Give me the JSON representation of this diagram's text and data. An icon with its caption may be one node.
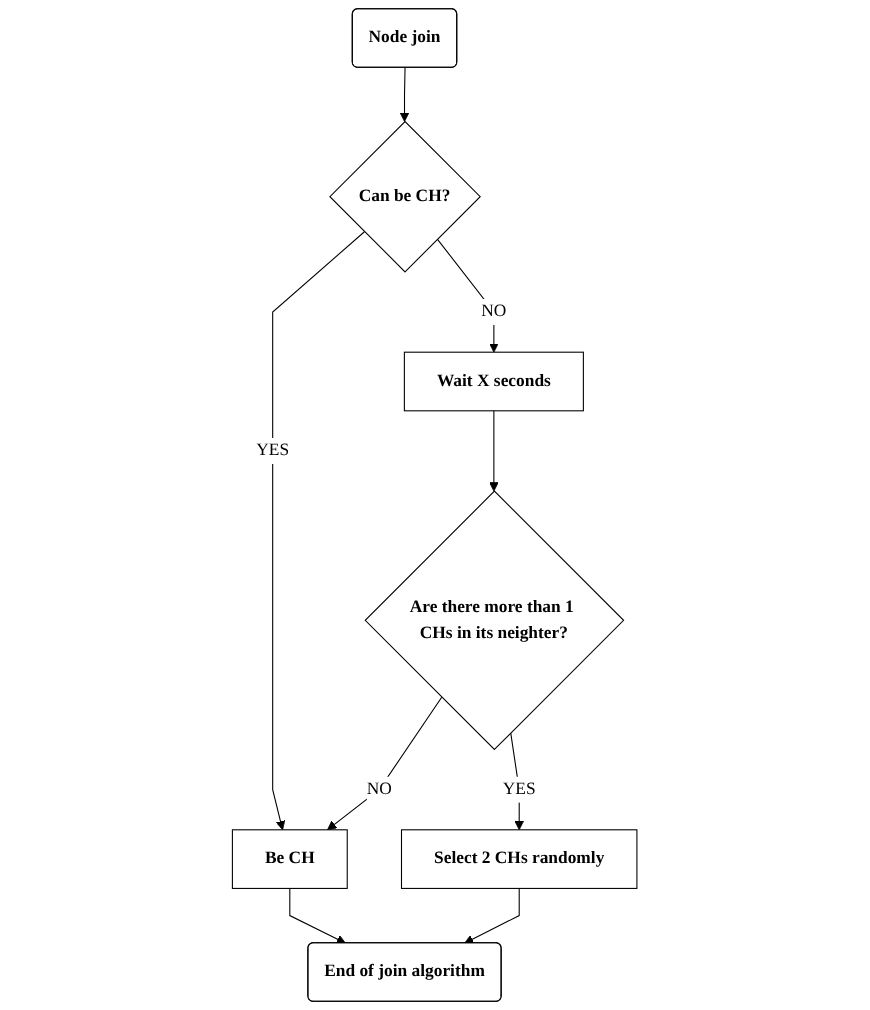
{
  "diagram": {
    "nodes": [
      {
        "text": [
          "Node join"
        ]
      },
      {
        "text": [
          "Can be CH?"
        ]
      },
      {
        "text": [
          "Be CH"
        ]
      },
      {
        "text": [
          "Wait X seconds"
        ]
      },
      {
        "text": [
          "Are there more than 1 CHs in its neighter?"
        ]
      },
      {
        "text": [
          "Select 2 CHs randomly"
        ]
      },
      {
        "text": [
          "End of join algorithm"
        ]
      }
    ],
    "edges": [
      {
        "from": 0,
        "to": 1,
        "arrow": "to"
      },
      {
        "from": 1,
        "to": 2,
        "arrow": "to",
        "label": "YES"
      },
      {
        "from": 1,
        "to": 3,
        "arrow": "to",
        "label": "NO"
      },
      {
        "from": 3,
        "to": 4,
        "arrow": "to"
      },
      {
        "from": 4,
        "to": 2,
        "arrow": "to",
        "label": "NO"
      },
      {
        "from": 4,
        "to": 5,
        "arrow": "to",
        "label": "YES"
      },
      {
        "from": 2,
        "to": 6,
        "arrow": "to"
      },
      {
        "from": 5,
        "to": 6,
        "arrow": "to"
      }
    ]
  }
}
